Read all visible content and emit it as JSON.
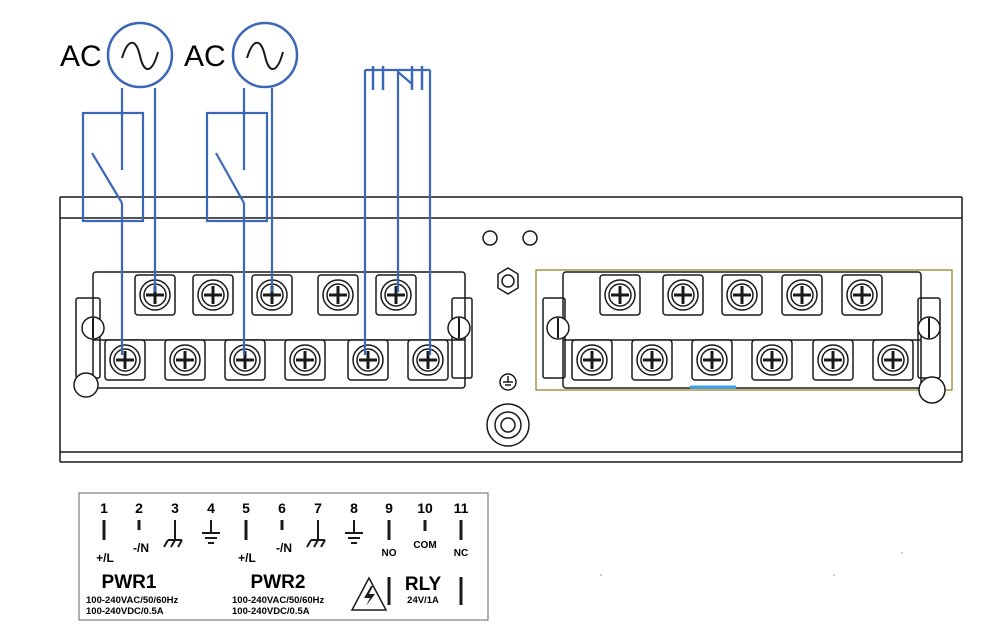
{
  "sources": [
    {
      "label": "AC"
    },
    {
      "label": "AC"
    }
  ],
  "label_panel": {
    "pins": [
      {
        "number": "1",
        "signal": "+/L"
      },
      {
        "number": "2",
        "signal": "-/N"
      },
      {
        "number": "3",
        "signal": ""
      },
      {
        "number": "4",
        "signal": ""
      },
      {
        "number": "5",
        "signal": "+/L"
      },
      {
        "number": "6",
        "signal": "-/N"
      },
      {
        "number": "7",
        "signal": ""
      },
      {
        "number": "8",
        "signal": ""
      },
      {
        "number": "9",
        "signal": "NO"
      },
      {
        "number": "10",
        "signal": "COM"
      },
      {
        "number": "11",
        "signal": "NC"
      }
    ],
    "groups": [
      {
        "name": "PWR1",
        "spec_ac": "100-240VAC/50/60Hz",
        "spec_dc": "100-240VDC/0.5A"
      },
      {
        "name": "PWR2",
        "spec_ac": "100-240VAC/50/60Hz",
        "spec_dc": "100-240VDC/0.5A"
      },
      {
        "name": "RLY",
        "rating": "24V/1A"
      }
    ]
  },
  "colors": {
    "wire": "#3a67b8",
    "outline": "#1a1a1a",
    "selection_box": "#8b7d1f",
    "highlight": "#3aa0e6"
  }
}
